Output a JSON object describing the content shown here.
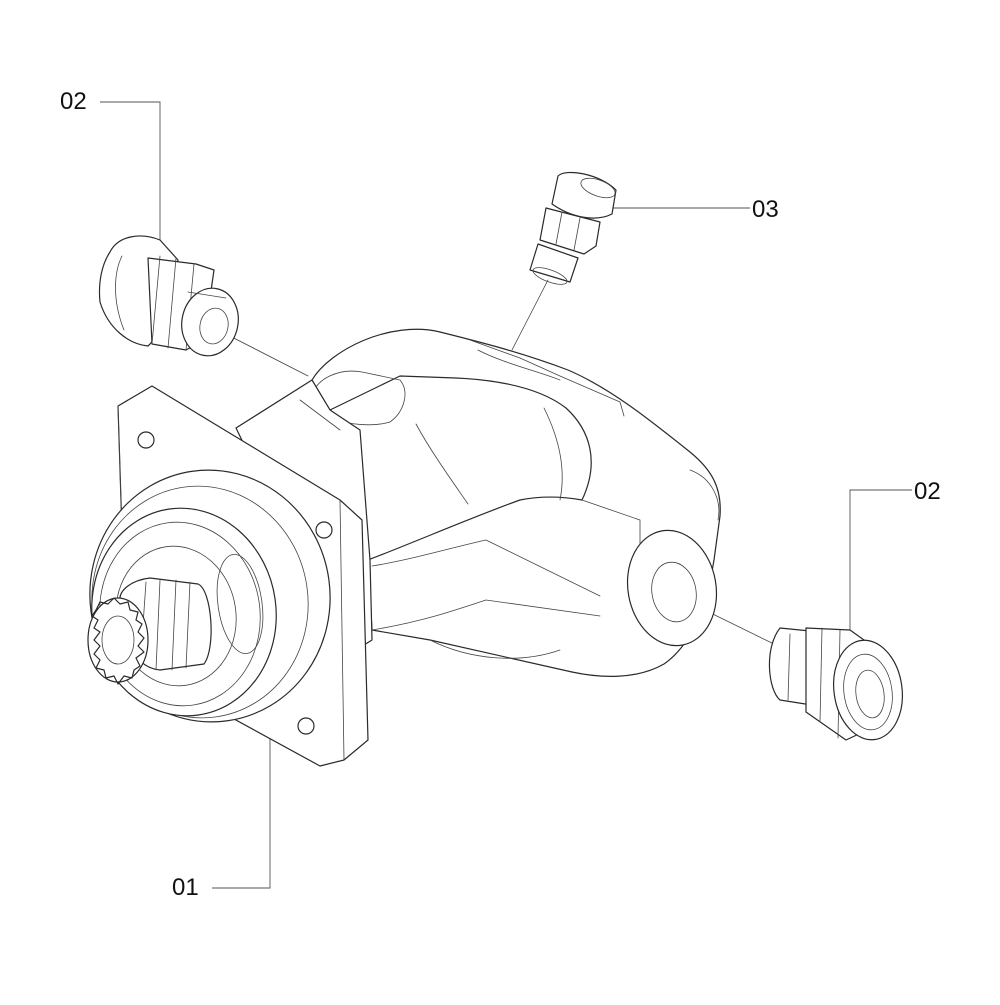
{
  "callouts": {
    "fitting_top_left": "02",
    "fitting_top_right": "03",
    "fitting_right": "02",
    "motor_body": "01"
  },
  "colors": {
    "line": "#2a2a2a",
    "leader": "#555555",
    "background": "#ffffff"
  }
}
